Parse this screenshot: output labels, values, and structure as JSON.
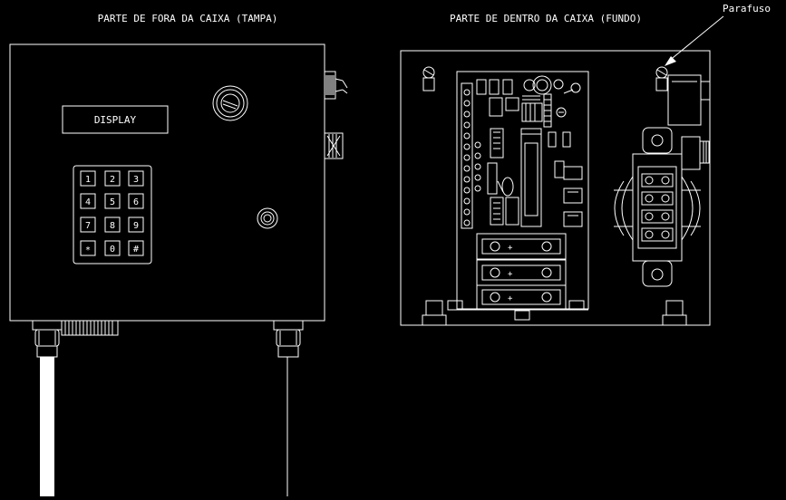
{
  "titles": {
    "outside": "PARTE DE FORA DA CAIXA (TAMPA)",
    "inside": "PARTE DE DENTRO DA CAIXA (FUNDO)",
    "screw_callout": "Parafuso"
  },
  "display_label": "DISPLAY",
  "keypad_keys": [
    "1",
    "2",
    "3",
    "4",
    "5",
    "6",
    "7",
    "8",
    "9",
    "*",
    "0",
    "#"
  ],
  "colors": {
    "background": "#000000",
    "line": "#ffffff"
  }
}
